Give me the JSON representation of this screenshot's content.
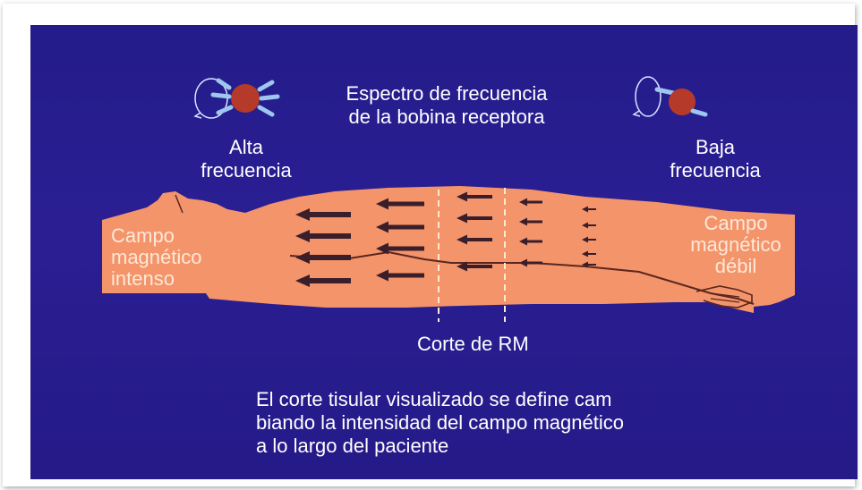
{
  "title": {
    "line1": "Espectro de frecuencia",
    "line2": "de la bobina receptora"
  },
  "high_freq": {
    "line1": "Alta",
    "line2": "frecuencia"
  },
  "low_freq": {
    "line1": "Baja",
    "line2": "frecuencia"
  },
  "strong_field": {
    "line1": "Campo",
    "line2": "magnético",
    "line3": "intenso"
  },
  "weak_field": {
    "line1": "Campo",
    "line2": "magnético",
    "line3": "débil"
  },
  "slice_label": "Corte de RM",
  "caption": {
    "line1": "El corte tisular visualizado se define cam",
    "line2": "biando la intensidad del campo magnético",
    "line3": "a lo largo del paciente"
  },
  "colors": {
    "background": "#261b8c",
    "body": "#f4946a",
    "arrows": "#3a1e2a",
    "nucleus": "#b63a2a",
    "precession_arrows": "#9ec6ee",
    "text": "#ffffff"
  },
  "icons": [
    "high-frequency-spin-icon",
    "low-frequency-spin-icon"
  ]
}
